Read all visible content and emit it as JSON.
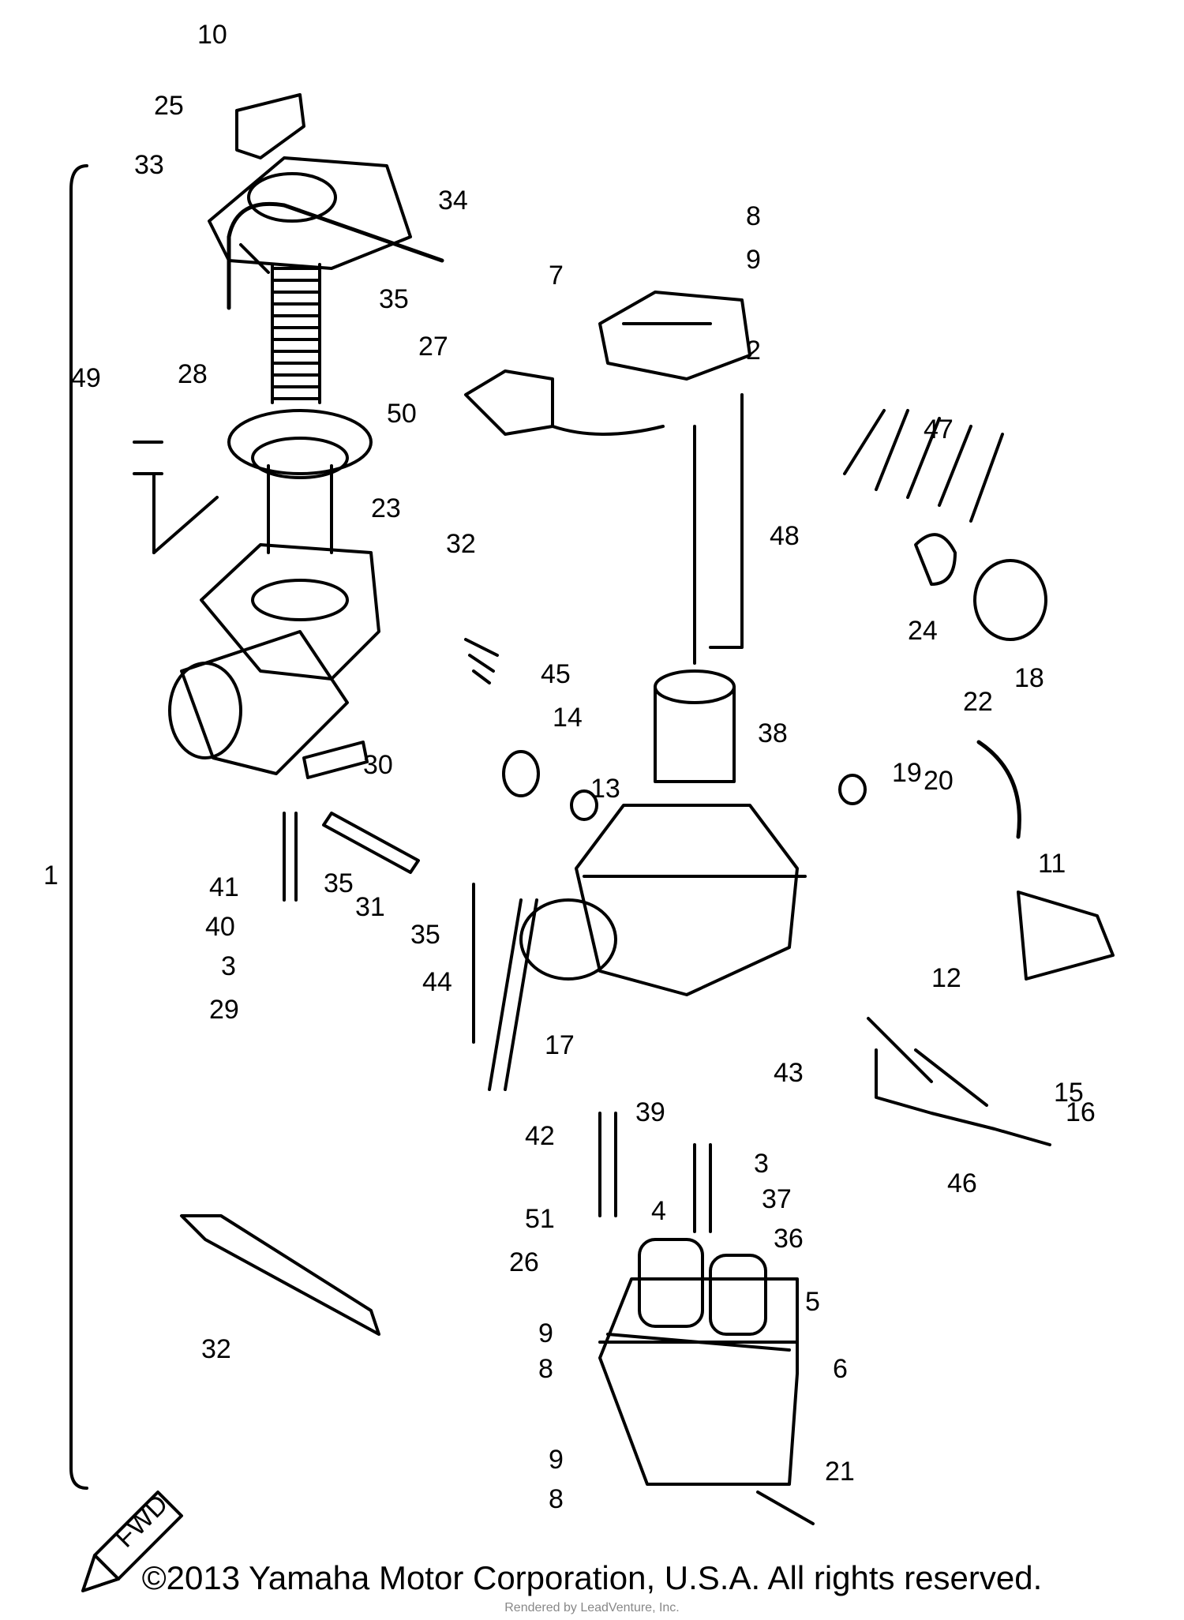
{
  "diagram": {
    "part_numbers": [
      "10",
      "25",
      "33",
      "34",
      "35",
      "28",
      "49",
      "23",
      "7",
      "27",
      "50",
      "8",
      "9",
      "2",
      "47",
      "48",
      "32",
      "24",
      "18",
      "45",
      "30",
      "14",
      "13",
      "38",
      "22",
      "19",
      "20",
      "11",
      "41",
      "35",
      "31",
      "35",
      "40",
      "3",
      "44",
      "12",
      "29",
      "17",
      "43",
      "15",
      "16",
      "39",
      "42",
      "46",
      "3",
      "37",
      "51",
      "36",
      "4",
      "26",
      "5",
      "9",
      "8",
      "6",
      "32",
      "9",
      "8",
      "21",
      "1"
    ],
    "arrow_label": "FWD"
  },
  "footer": {
    "copyright": "©2013 Yamaha Motor Corporation, U.S.A. All rights reserved.",
    "watermark": "Rendered by LeadVenture, Inc."
  }
}
